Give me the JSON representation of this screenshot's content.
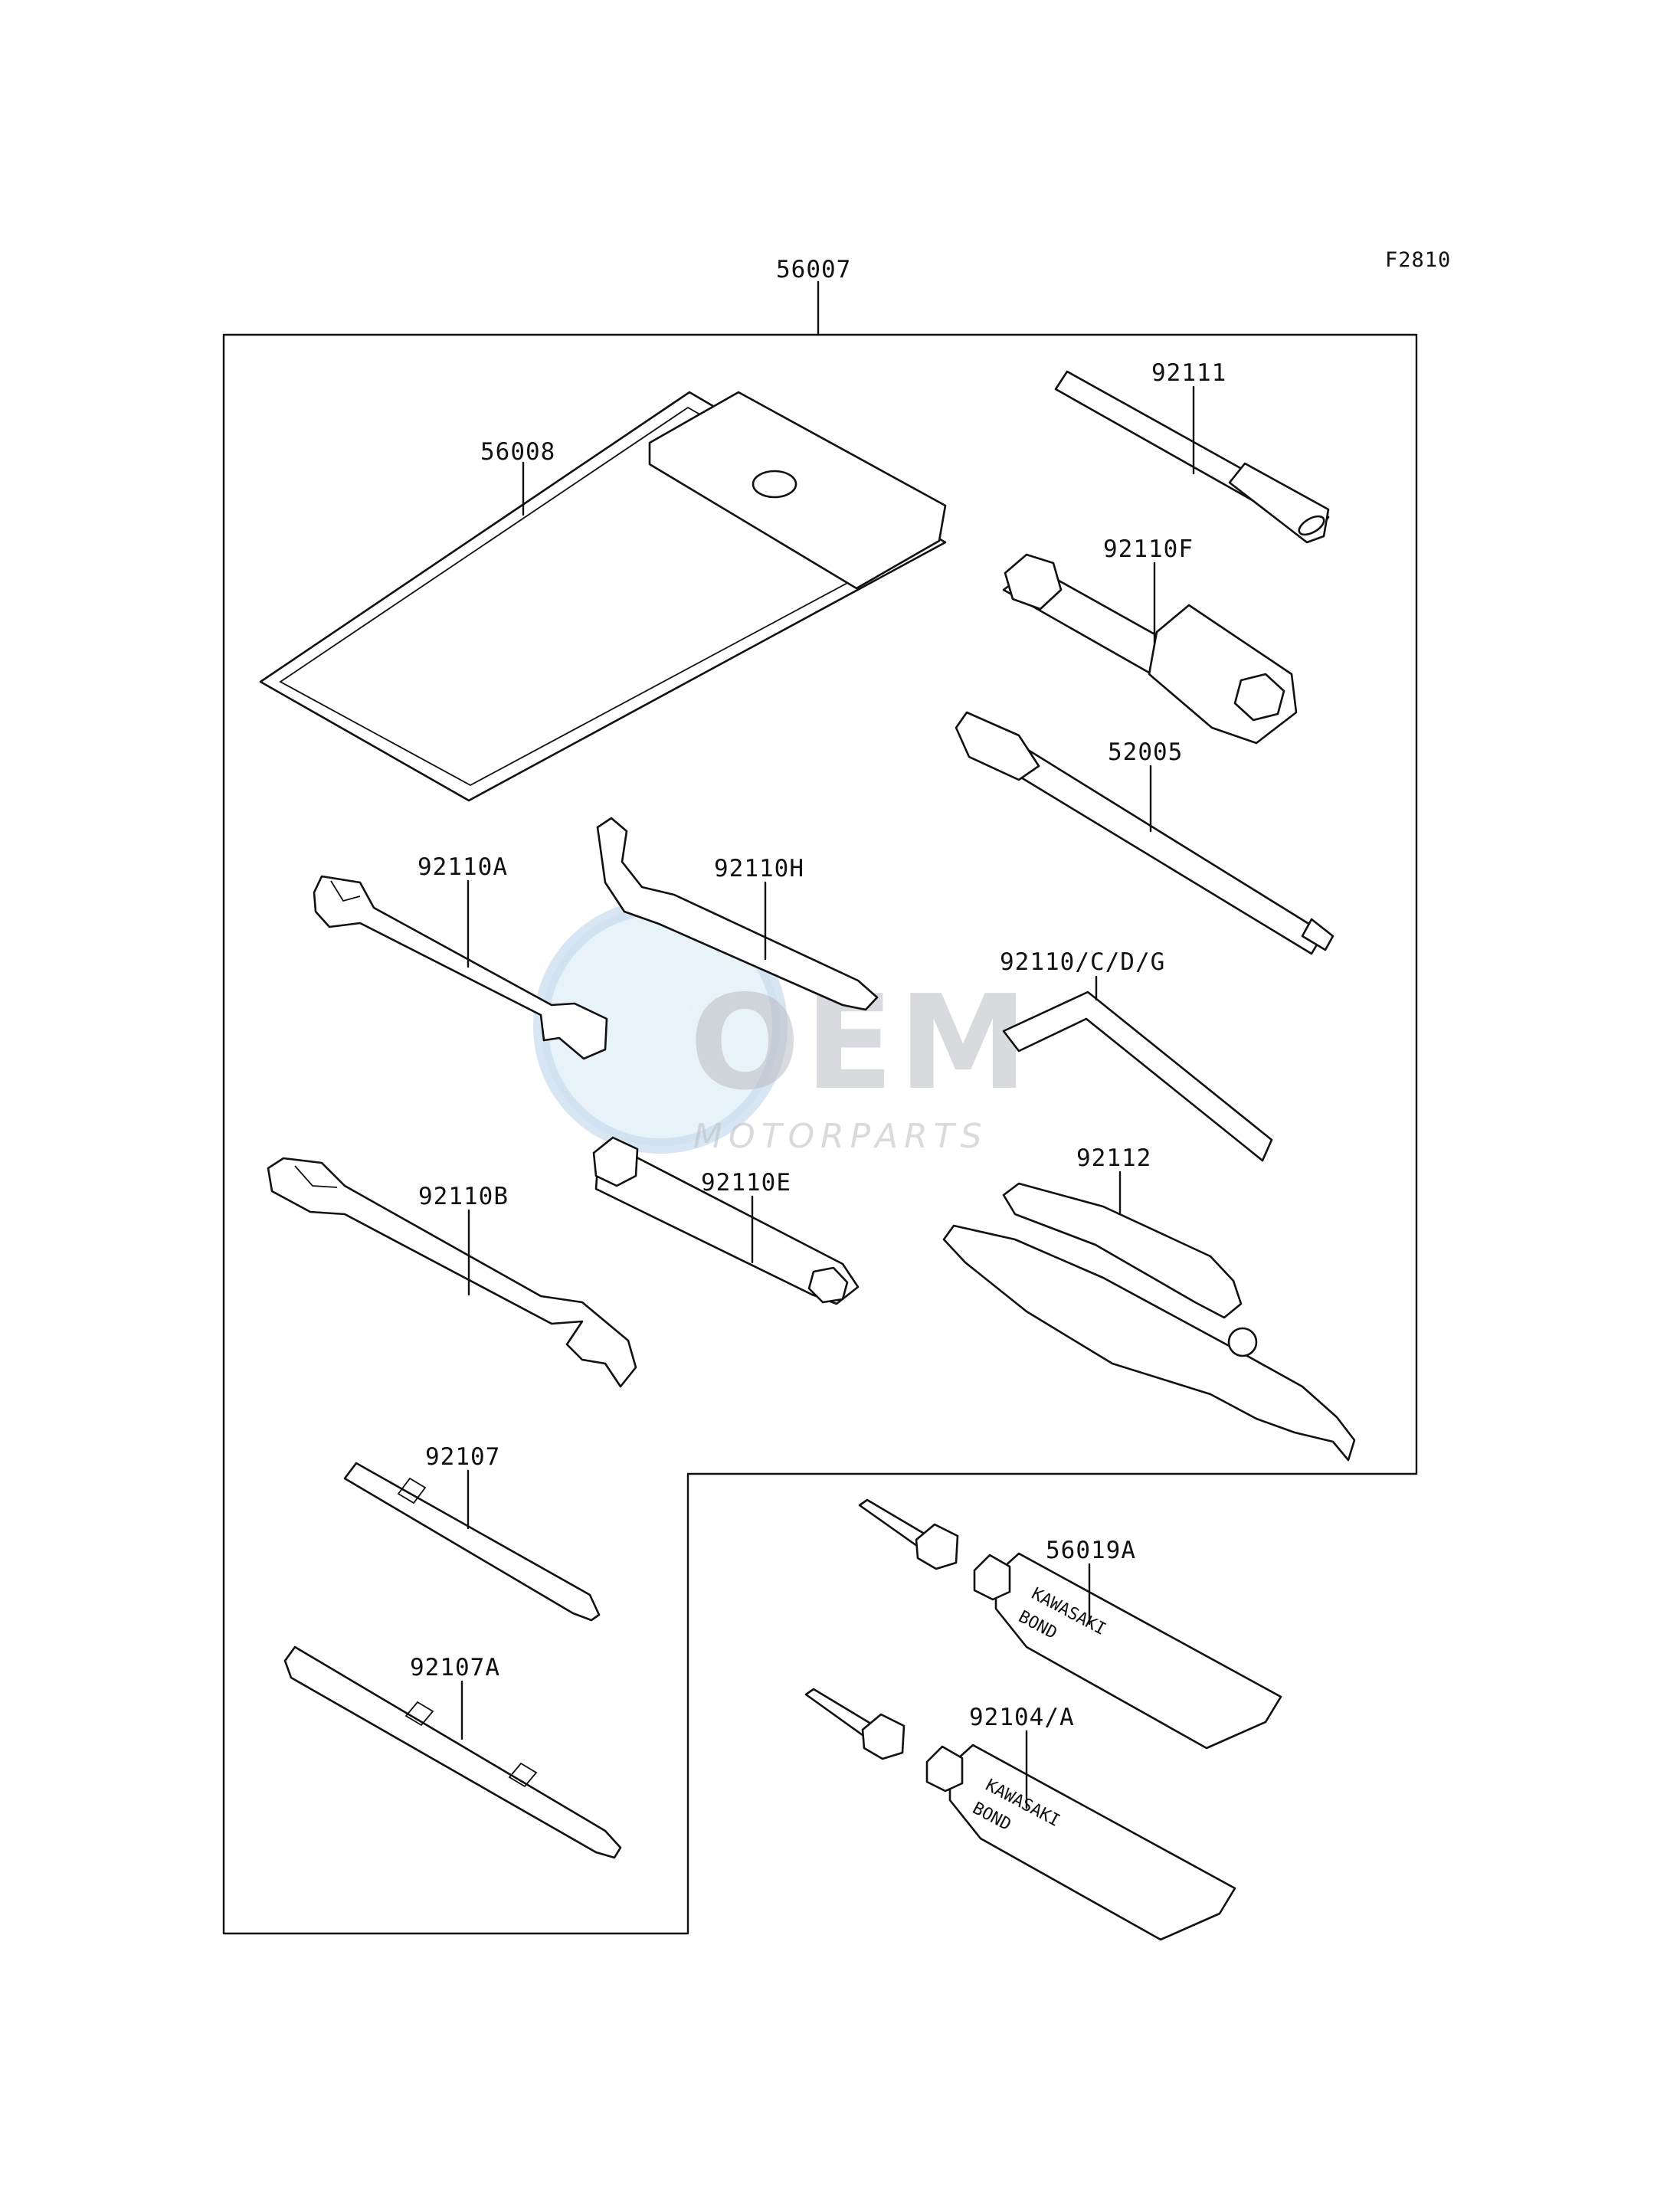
{
  "figure_code": "F2810",
  "kit": {
    "part_number": "56007"
  },
  "parts": [
    {
      "id": "56008",
      "label": "56008",
      "icon": "tool-bag-icon"
    },
    {
      "id": "92111",
      "label": "92111",
      "icon": "extension-bar-icon"
    },
    {
      "id": "92110F",
      "label": "92110F",
      "icon": "spark-plug-wrench-icon"
    },
    {
      "id": "52005",
      "label": "52005",
      "icon": "feeler-tool-icon"
    },
    {
      "id": "92110A",
      "label": "92110A",
      "icon": "open-end-wrench-icon"
    },
    {
      "id": "92110H",
      "label": "92110H",
      "icon": "hook-wrench-icon"
    },
    {
      "id": "92110CDG",
      "label": "92110/C/D/G",
      "icon": "hex-key-icon"
    },
    {
      "id": "92110B",
      "label": "92110B",
      "icon": "open-end-wrench-icon"
    },
    {
      "id": "92110E",
      "label": "92110E",
      "icon": "box-wrench-icon"
    },
    {
      "id": "92112",
      "label": "92112",
      "icon": "pliers-icon"
    },
    {
      "id": "92107",
      "label": "92107",
      "icon": "screwdriver-bit-icon"
    },
    {
      "id": "92107A",
      "label": "92107A",
      "icon": "screwdriver-icon"
    },
    {
      "id": "56019A",
      "label": "56019A",
      "icon": "bond-tube-icon"
    },
    {
      "id": "92104A",
      "label": "92104/A",
      "icon": "bond-tube-icon"
    }
  ],
  "tube_text": {
    "line1": "KAWASAKI",
    "line2": "BOND"
  },
  "watermark": {
    "brand": "OEM",
    "tagline": "MOTORPARTS"
  }
}
